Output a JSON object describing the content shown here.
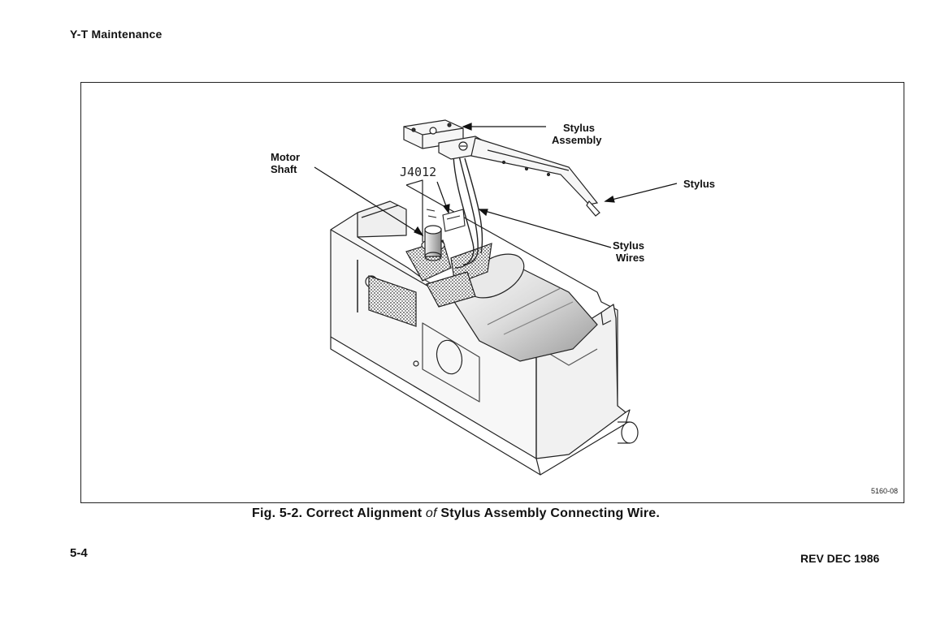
{
  "header": {
    "section_title": "Y-T Maintenance"
  },
  "figure": {
    "labels": {
      "motor_shaft_line1": "Motor",
      "motor_shaft_line2": "Shaft",
      "connector": "J4012",
      "stylus_assembly_line1": "Stylus",
      "stylus_assembly_line2": "Assembly",
      "stylus": "Stylus",
      "stylus_wires_line1": "Stylus",
      "stylus_wires_line2": "Wires"
    },
    "figure_code": "5160-08",
    "caption_prefix": "Fig. 5-2.  Correct Alignment ",
    "caption_of": "of",
    "caption_suffix": " Stylus Assembly Connecting Wire."
  },
  "footer": {
    "page_number": "5-4",
    "revision": "REV DEC 1986"
  }
}
